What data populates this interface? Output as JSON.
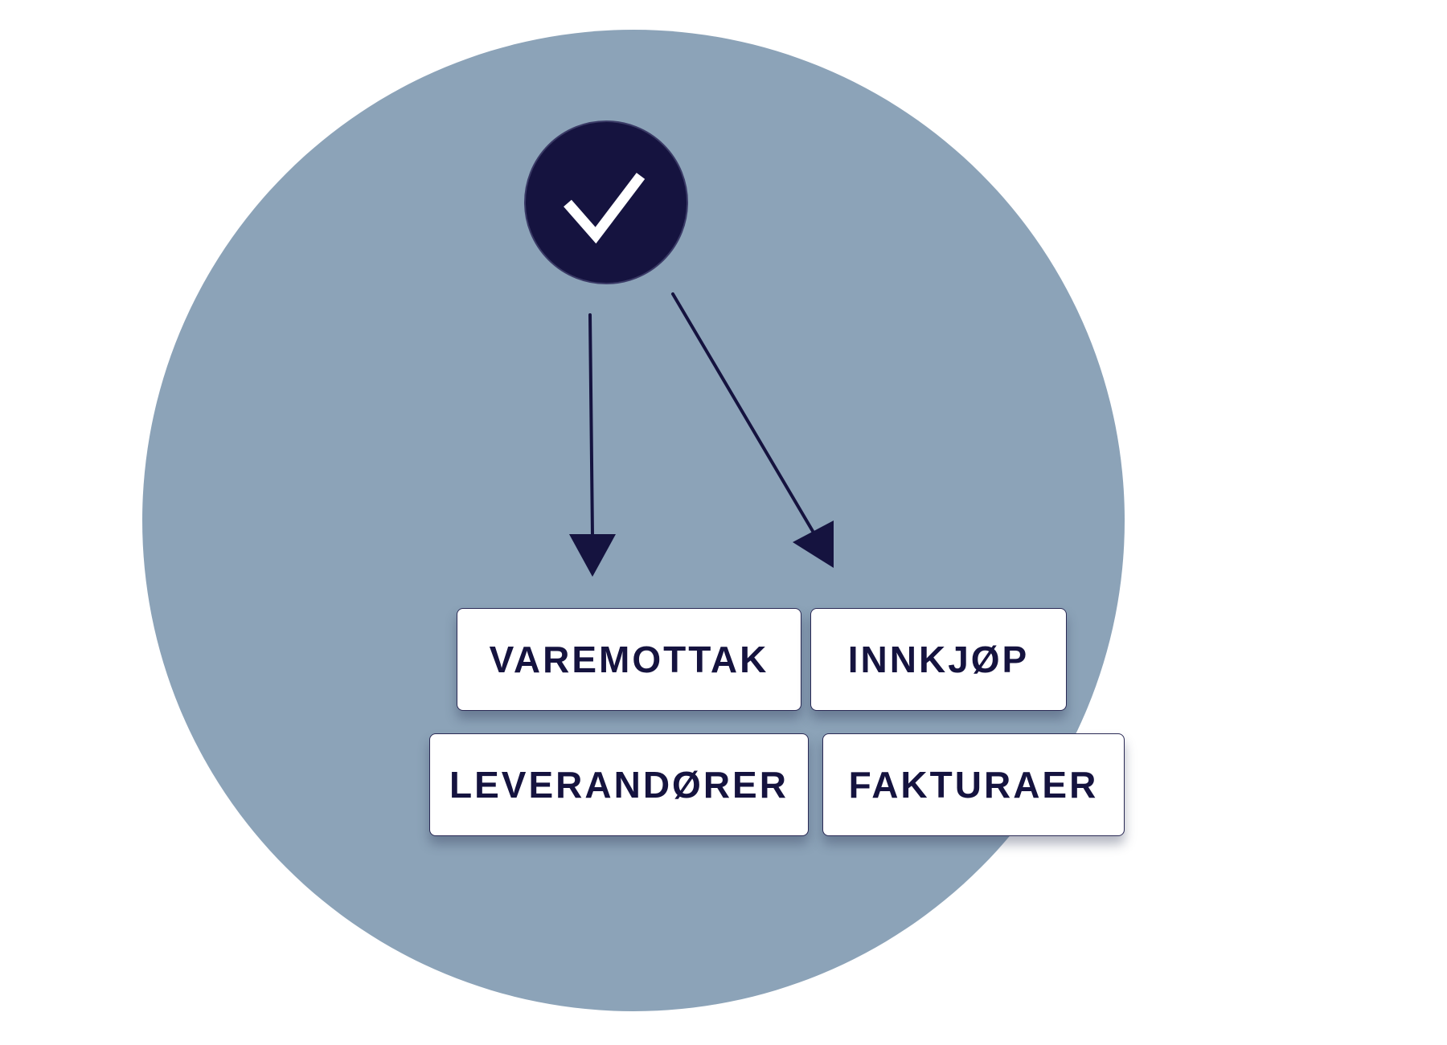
{
  "colors": {
    "circle": "#8ca3b8",
    "navy": "#15133f",
    "box_bg": "#ffffff"
  },
  "icons": {
    "center": "check-circle-icon"
  },
  "boxes": [
    {
      "label": "VAREMOTTAK"
    },
    {
      "label": "INNKJØP"
    },
    {
      "label": "LEVERANDØRER"
    },
    {
      "label": "FAKTURAER"
    }
  ]
}
